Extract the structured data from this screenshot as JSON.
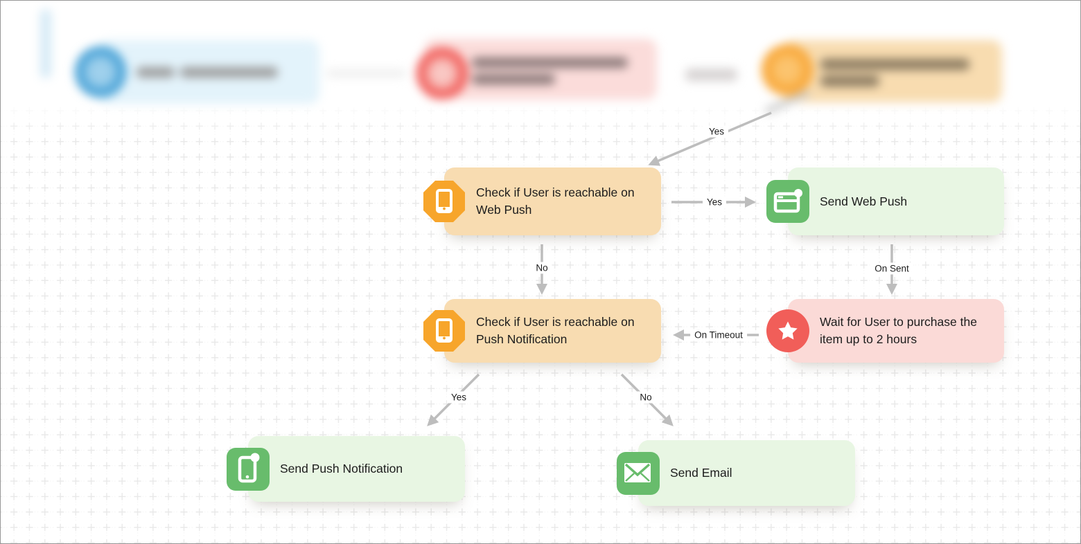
{
  "app": "customer-journey-flow-canvas",
  "palette": {
    "condition_box": "#F8DCB1",
    "condition_icon": "#F7A52B",
    "action_box": "#E8F6E3",
    "action_icon": "#68BC6C",
    "wait_box": "#FBDAD7",
    "wait_icon": "#F15E59",
    "entry_icon_blurred": "#3D9CD4",
    "entry_box_blurred": "#E3F3FB",
    "wait_box_blurred": "#FBDCDA",
    "condition_box_blurred": "#F8DCB0",
    "arrow": "#BDBDBD",
    "text": "#1D1D1D",
    "grid_mark": "#E9E9E9",
    "background": "#FFFFFF"
  },
  "blurred_nodes": [
    {
      "id": "entry-node",
      "icon": "blue-circle-icon",
      "legible_text": false
    },
    {
      "id": "wait-node-top",
      "icon": "red-circle-icon",
      "legible_text": false
    },
    {
      "id": "condition-node-top",
      "icon": "orange-circle-icon",
      "legible_text": false
    }
  ],
  "nodes": [
    {
      "id": "check-web-push",
      "type": "condition",
      "icon": "mobile-octagon-icon",
      "label": "Check if User is reachable on Web Push"
    },
    {
      "id": "send-web-push",
      "type": "action",
      "icon": "web-push-browser-icon",
      "label": "Send Web Push"
    },
    {
      "id": "wait-purchase",
      "type": "wait",
      "icon": "star-circle-icon",
      "label": "Wait for User to purchase the item up to 2 hours"
    },
    {
      "id": "check-push-notification",
      "type": "condition",
      "icon": "mobile-octagon-icon",
      "label": "Check if User is reachable on Push Notification"
    },
    {
      "id": "send-push-notification",
      "type": "action",
      "icon": "phone-badge-icon",
      "label": "Send Push Notification"
    },
    {
      "id": "send-email",
      "type": "action",
      "icon": "envelope-icon",
      "label": "Send Email"
    }
  ],
  "edges": [
    {
      "from": "condition-node-top",
      "to": "check-web-push",
      "label": "Yes"
    },
    {
      "from": "check-web-push",
      "to": "send-web-push",
      "label": "Yes"
    },
    {
      "from": "check-web-push",
      "to": "check-push-notification",
      "label": "No"
    },
    {
      "from": "send-web-push",
      "to": "wait-purchase",
      "label": "On Sent"
    },
    {
      "from": "wait-purchase",
      "to": "check-push-notification",
      "label": "On Timeout"
    },
    {
      "from": "check-push-notification",
      "to": "send-push-notification",
      "label": "Yes"
    },
    {
      "from": "check-push-notification",
      "to": "send-email",
      "label": "No"
    }
  ]
}
